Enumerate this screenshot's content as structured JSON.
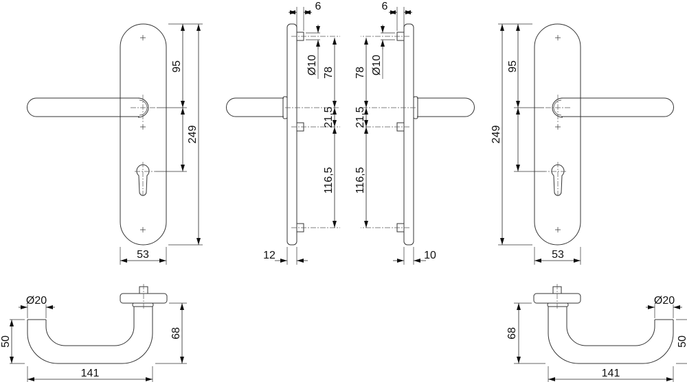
{
  "front_left": {
    "dim_top_to_lever": "95",
    "dim_total_height": "249",
    "dim_width": "53"
  },
  "side_left": {
    "dim_pin_length": "6",
    "dim_pin_diameter": "Ø10",
    "dim_top": "78",
    "dim_mid": "21,5",
    "dim_bottom": "116,5",
    "dim_thickness": "12"
  },
  "side_right": {
    "dim_pin_length": "6",
    "dim_pin_diameter": "Ø10",
    "dim_top": "78",
    "dim_mid": "21,5",
    "dim_bottom": "116,5",
    "dim_thickness": "10"
  },
  "front_right": {
    "dim_top_to_lever": "95",
    "dim_total_height": "249",
    "dim_width": "53"
  },
  "top_left": {
    "dim_diameter": "Ø20",
    "dim_depth": "50",
    "dim_height": "68",
    "dim_length": "141"
  },
  "top_right": {
    "dim_diameter": "Ø20",
    "dim_depth": "50",
    "dim_height": "68",
    "dim_length": "141"
  }
}
